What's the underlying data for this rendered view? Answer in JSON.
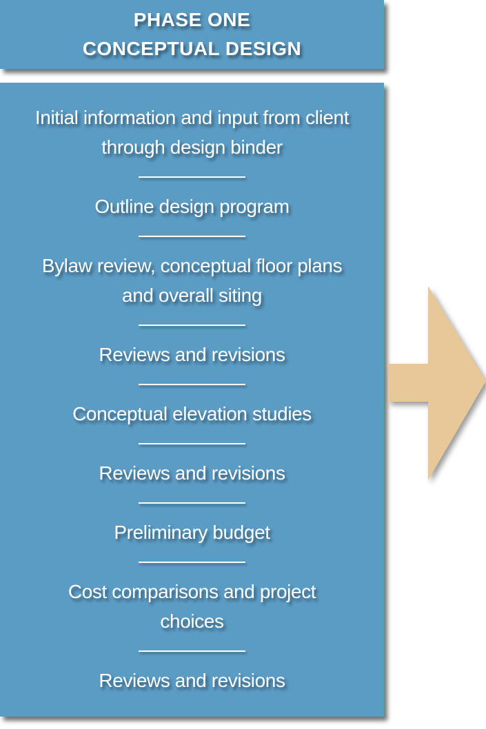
{
  "header": {
    "line1": "PHASE ONE",
    "line2": "CONCEPTUAL DESIGN"
  },
  "steps": [
    "Initial information and input from client through design binder",
    "Outline design program",
    "Bylaw review, conceptual floor plans and overall siting",
    "Reviews and revisions",
    "Conceptual elevation studies",
    "Reviews and revisions",
    "Preliminary budget",
    "Cost comparisons and project choices",
    "Reviews and revisions"
  ],
  "colors": {
    "box": "#5b9cc5",
    "arrow": "#e8c898"
  }
}
